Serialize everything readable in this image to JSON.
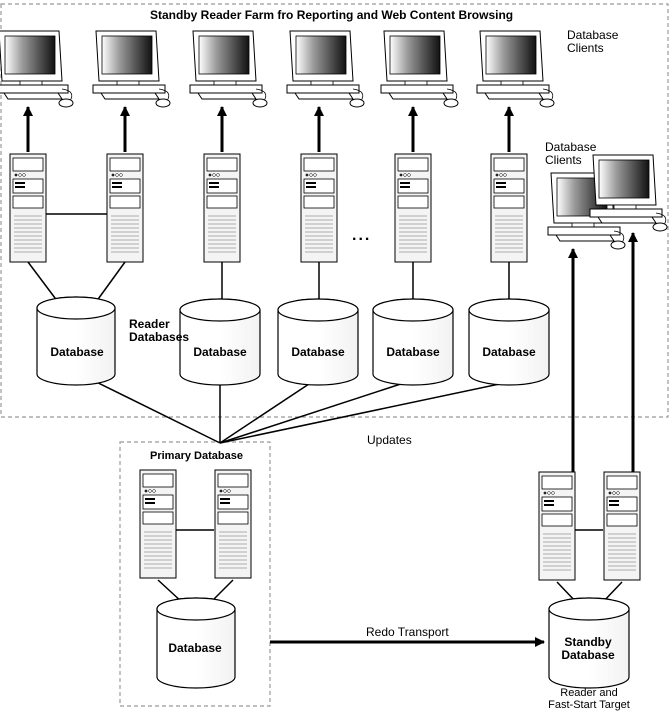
{
  "title": "Standby Reader Farm fro Reporting and Web Content Browsing",
  "labels": {
    "database_clients_top": "Database\nClients",
    "database_clients_right": "Database\nClients",
    "reader_databases": "Reader\nDatabases",
    "ellipsis": "...",
    "updates": "Updates",
    "primary_database": "Primary Database",
    "redo_transport": "Redo Transport",
    "reader_target": "Reader and\nFast-Start Target"
  },
  "databases": {
    "reader_1": "Database",
    "reader_2": "Database",
    "reader_3": "Database",
    "reader_4": "Database",
    "reader_5": "Database",
    "primary": "Database",
    "standby": "Standby\nDatabase"
  }
}
